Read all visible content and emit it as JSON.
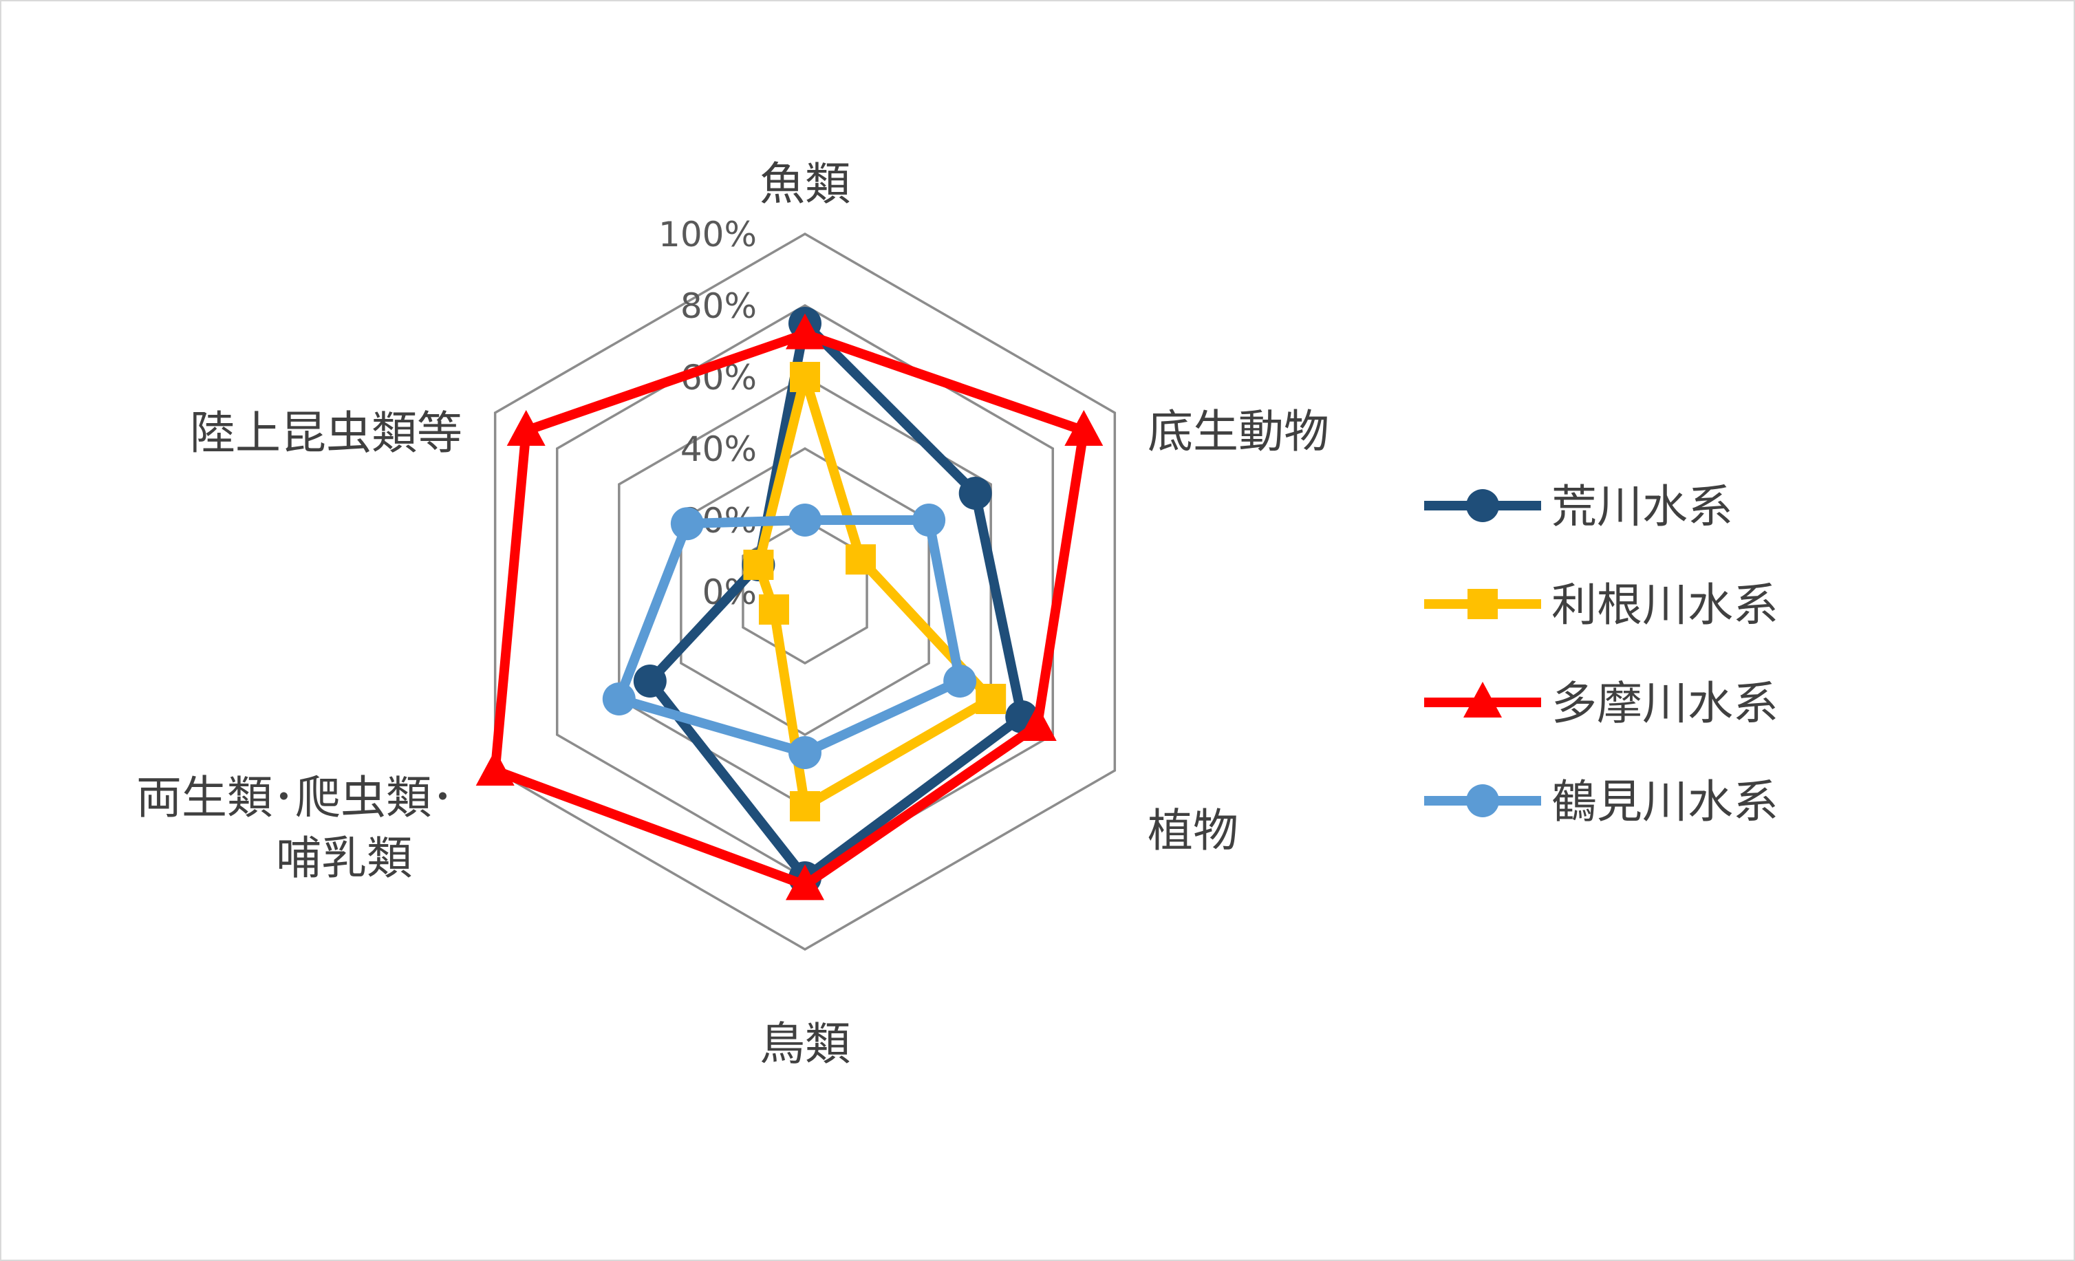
{
  "chart_data": {
    "type": "radar",
    "categories": [
      "魚類",
      "底生動物",
      "植物",
      "鳥類",
      "両生類･爬虫類･\n哺乳類",
      "陸上昆虫類等"
    ],
    "rlim": [
      0,
      100
    ],
    "ticks": [
      "0%",
      "20%",
      "40%",
      "60%",
      "80%",
      "100%"
    ],
    "grid": true,
    "legend_position": "right",
    "series": [
      {
        "name": "荒川水系",
        "color": "#1f4e79",
        "marker": "circle",
        "values": [
          75,
          55,
          70,
          80,
          50,
          15
        ]
      },
      {
        "name": "利根川水系",
        "color": "#ffc000",
        "marker": "square",
        "values": [
          60,
          18,
          60,
          60,
          10,
          15
        ]
      },
      {
        "name": "多摩川水系",
        "color": "#ff0000",
        "marker": "triangle",
        "values": [
          72,
          90,
          75,
          82,
          100,
          90
        ]
      },
      {
        "name": "鶴見川水系",
        "color": "#5b9bd5",
        "marker": "circle",
        "values": [
          20,
          40,
          50,
          45,
          60,
          38
        ]
      }
    ]
  }
}
